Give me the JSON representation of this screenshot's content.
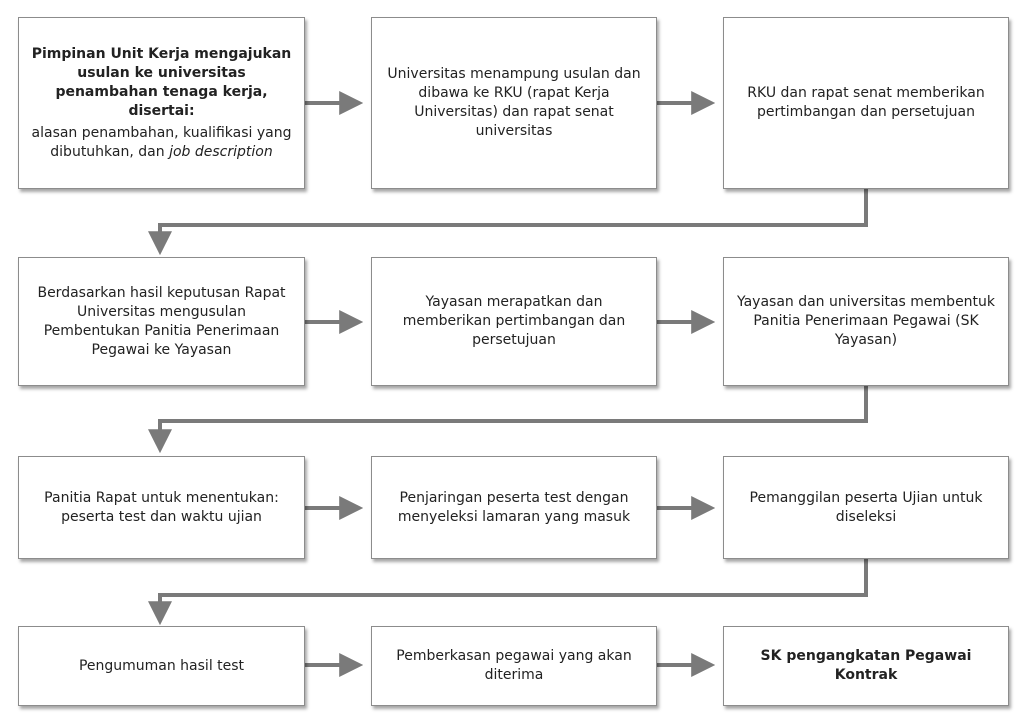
{
  "steps": {
    "s1": {
      "heading": "Pimpinan Unit Kerja mengajukan usulan ke universitas penambahan tenaga kerja, disertai:",
      "detail": "alasan penambahan, kualifikasi yang dibutuhkan, dan",
      "detail_italic": "job description"
    },
    "s2": {
      "text": "Universitas menampung usulan dan dibawa ke RKU (rapat Kerja Universitas) dan rapat senat universitas"
    },
    "s3": {
      "text": "RKU dan rapat senat memberikan pertimbangan dan persetujuan"
    },
    "s4": {
      "text": "Berdasarkan hasil keputusan Rapat Universitas mengusulan Pembentukan Panitia  Penerimaan Pegawai ke Yayasan"
    },
    "s5": {
      "text": "Yayasan merapatkan dan memberikan pertimbangan dan persetujuan"
    },
    "s6": {
      "text": "Yayasan dan universitas membentuk Panitia Penerimaan Pegawai (SK Yayasan)"
    },
    "s7": {
      "text": "Panitia Rapat untuk menentukan: peserta test dan waktu ujian"
    },
    "s8": {
      "text": "Penjaringan peserta test dengan menyeleksi lamaran yang masuk"
    },
    "s9": {
      "text": "Pemanggilan peserta Ujian untuk diseleksi"
    },
    "s10": {
      "text": "Pengumuman hasil test"
    },
    "s11": {
      "text": "Pemberkasan pegawai yang akan diterima"
    },
    "s12": {
      "text": "SK pengangkatan Pegawai Kontrak"
    }
  },
  "colors": {
    "arrow": "#7a7a7a",
    "border": "#8c8c8c",
    "text": "#222222"
  }
}
